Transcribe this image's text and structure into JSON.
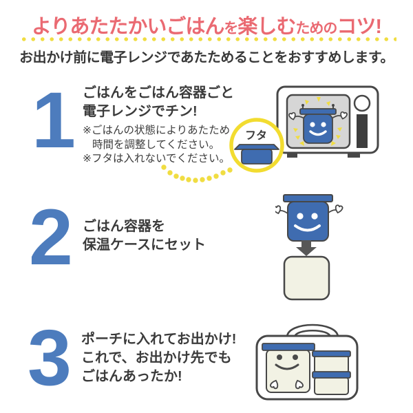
{
  "colors": {
    "title_pink": "#ea6a72",
    "accent_yellow": "#f0dd42",
    "ring_yellow": "#f2dc30",
    "number_blue": "#4d7cbd",
    "container_blue": "#3f6cb0",
    "outline_dark": "#474747",
    "window_gray": "#d6d6d6",
    "cream": "#f2f2e4",
    "text_dark": "#3b3b3b"
  },
  "header": {
    "title": {
      "seg1": "よりあたたかいごはん",
      "seg2": "を",
      "seg3": "楽しむ",
      "seg4": "ための",
      "seg5": "コツ!"
    },
    "subtitle": "お出かけ前に電子レンジであたためることをおすすめします。"
  },
  "steps": {
    "one": {
      "number": "1",
      "heading1": "ごはんをごはん容器ごと",
      "heading2": "電子レンジでチン!",
      "note1": "※ごはんの状態によりあたため",
      "note2": "時間を調整してください。",
      "note3": "※フタは入れないでください。",
      "lid_label": "フタ",
      "illustration": "microwave-heating-rice-container"
    },
    "two": {
      "number": "2",
      "heading1": "ごはん容器を",
      "heading2": "保温ケースにセット",
      "illustration": "rice-container-into-insulated-case"
    },
    "three": {
      "number": "3",
      "heading1": "ポーチに入れてお出かけ!",
      "heading2": "これで、お出かけ先でも",
      "heading3": "ごはんあったか!",
      "illustration": "pouch-with-containers"
    }
  }
}
